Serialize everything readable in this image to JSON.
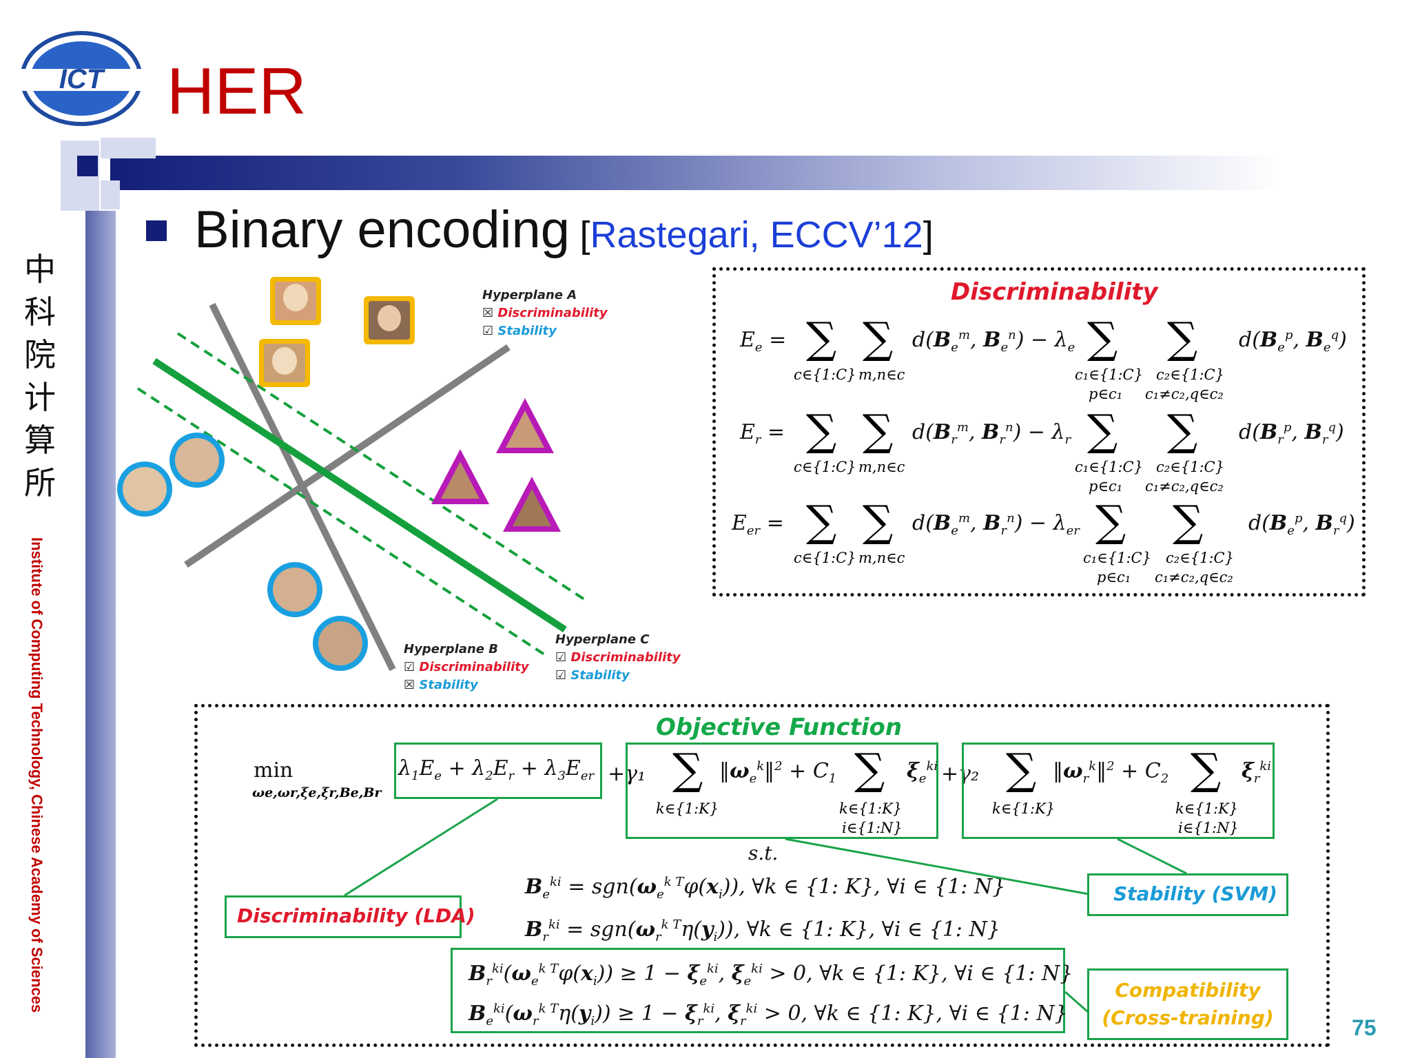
{
  "slide": {
    "logo_text": "ICT",
    "title": "HER",
    "page_number": "75",
    "side_chinese": [
      "中",
      "科",
      "院",
      "计",
      "算",
      "所"
    ],
    "side_english": "Institute of Computing Technology, Chinese Academy of Sciences",
    "bullet_main": "Binary encoding",
    "bullet_ref_open": "[",
    "bullet_ref": "Rastegari, ECCV’12",
    "bullet_ref_close": "]"
  },
  "figure": {
    "hyperplane_a": {
      "title": "Hyperplane A",
      "disc": "Discriminability",
      "stab": "Stability",
      "disc_mark": "☒",
      "stab_mark": "☑"
    },
    "hyperplane_b": {
      "title": "Hyperplane B",
      "disc": "Discriminability",
      "stab": "Stability",
      "disc_mark": "☑",
      "stab_mark": "☒"
    },
    "hyperplane_c": {
      "title": "Hyperplane C",
      "disc": "Discriminability",
      "stab": "Stability",
      "disc_mark": "☑",
      "stab_mark": "☑"
    },
    "colors": {
      "square": "#f5b800",
      "triangle": "#b81ab8",
      "circle": "#1aa0e0",
      "plane_gray": "#808080",
      "plane_green": "#14a03c"
    }
  },
  "discriminability_box": {
    "title": "Discriminability",
    "rows": [
      {
        "lhs": "E",
        "lhs_sub": "e",
        "sub1": "c∈{1:C}",
        "sub2": "m,n∈c",
        "term1": "d(B",
        "t1a": "e",
        "t1b": "e",
        "lambda": "λ",
        "lambda_sub": "e",
        "sub3": "c₁∈{1:C}",
        "sub3b": "p∈c₁",
        "sub4": "c₂∈{1:C}",
        "sub4b": "c₁≠c₂,q∈c₂",
        "t2a": "e",
        "t2b": "e"
      },
      {
        "lhs": "E",
        "lhs_sub": "r",
        "sub1": "c∈{1:C}",
        "sub2": "m,n∈c",
        "term1": "d(B",
        "t1a": "r",
        "t1b": "r",
        "lambda": "λ",
        "lambda_sub": "r",
        "sub3": "c₁∈{1:C}",
        "sub3b": "p∈c₁",
        "sub4": "c₂∈{1:C}",
        "sub4b": "c₁≠c₂,q∈c₂",
        "t2a": "r",
        "t2b": "r"
      },
      {
        "lhs": "E",
        "lhs_sub": "er",
        "sub1": "c∈{1:C}",
        "sub2": "m,n∈c",
        "term1": "d(B",
        "t1a": "e",
        "t1b": "r",
        "lambda": "λ",
        "lambda_sub": "er",
        "sub3": "c₁∈{1:C}",
        "sub3b": "p∈c₁",
        "sub4": "c₂∈{1:C}",
        "sub4b": "c₁≠c₂,q∈c₂",
        "t2a": "e",
        "t2b": "r"
      }
    ]
  },
  "objective_box": {
    "title": "Objective Function",
    "min": "min",
    "min_sub": "ωe,ωr,ξe,ξr,Be,Br",
    "term_lda": "λ₁E",
    "plus_gamma1": "+γ₁",
    "plus_gamma2": "+γ₂",
    "k_range": "k∈{1:K}",
    "i_range": "i∈{1:N}",
    "st": "s.t.",
    "labels": {
      "lda": "Discriminability (LDA)",
      "svm": "Stability (SVM)",
      "compat_1": "Compatibility",
      "compat_2": "(Cross-training)"
    },
    "constraint_tail": ", ∀k ∈ {1: K}, ∀i ∈ {1: N}"
  }
}
